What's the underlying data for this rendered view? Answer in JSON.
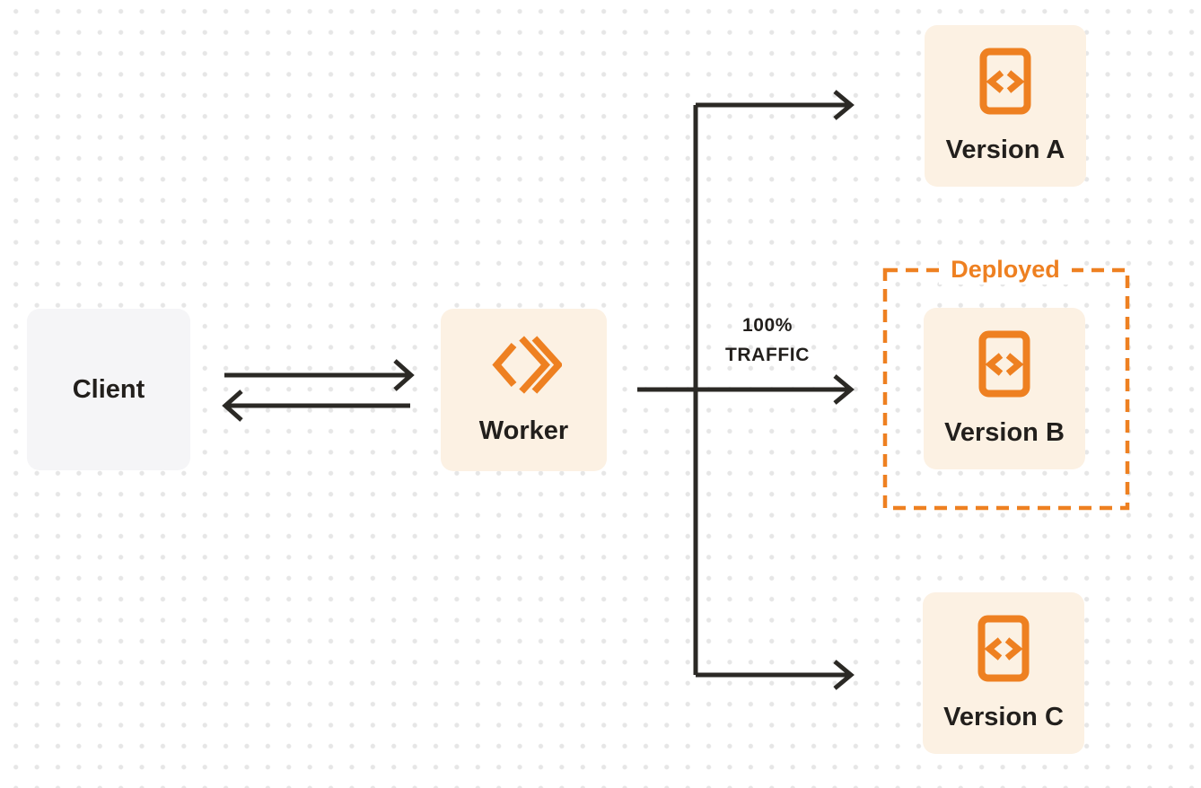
{
  "colors": {
    "accent_orange": "#ee8021",
    "node_cream_background": "#fcf1e3",
    "node_gray_background": "#f5f5f7",
    "arrow_dark": "#2b2925",
    "text_dark": "#221f1c",
    "dot_grid": "#e6e6e6",
    "page_background": "#ffffff"
  },
  "nodes": {
    "client": {
      "label": "Client"
    },
    "worker": {
      "label": "Worker",
      "icon": "cloudflare-workers-logo-icon"
    },
    "version_a": {
      "label": "Version A",
      "icon": "code-file-icon"
    },
    "version_b": {
      "label": "Version B",
      "icon": "code-file-icon"
    },
    "version_c": {
      "label": "Version C",
      "icon": "code-file-icon"
    }
  },
  "annotations": {
    "deployed_label": "Deployed",
    "traffic_line1": "100%",
    "traffic_line2": "TRAFFIC"
  },
  "edges": [
    {
      "from": "Client",
      "to": "Worker",
      "type": "bidirectional"
    },
    {
      "from": "Worker",
      "to": "Version A",
      "type": "arrow"
    },
    {
      "from": "Worker",
      "to": "Version B",
      "type": "arrow",
      "label": "100% TRAFFIC"
    },
    {
      "from": "Worker",
      "to": "Version C",
      "type": "arrow"
    },
    {
      "around": "Version B",
      "type": "dashed-highlight",
      "label": "Deployed"
    }
  ]
}
